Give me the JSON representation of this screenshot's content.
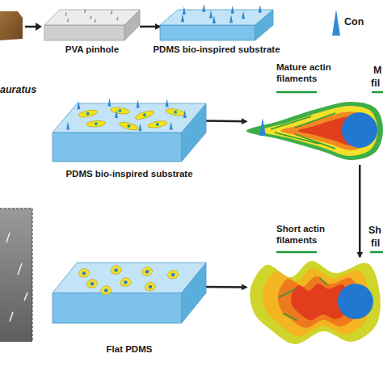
{
  "diagram": {
    "nodes": [
      {
        "text": [
          "PVA pinhole"
        ]
      },
      {
        "text": [
          "PDMS bio-inspired substrate"
        ]
      },
      {
        "text": [
          "PDMS bio-inspired substrate"
        ]
      },
      {
        "text": [
          "Mature actin filaments"
        ]
      },
      {
        "text": [
          "Flat PDMS"
        ]
      },
      {
        "text": [
          "Short actin filaments"
        ]
      }
    ],
    "edges": [
      {
        "from": 0,
        "to": 1,
        "arrow": "to"
      },
      {
        "from": 2,
        "to": 3,
        "arrow": "to"
      },
      {
        "from": 4,
        "to": 5,
        "arrow": "to"
      },
      {
        "from": 3,
        "to": 5,
        "arrow": "to"
      }
    ],
    "labels": [
      "Con",
      "auratus",
      "M",
      "fil",
      "Sh",
      "fil"
    ]
  }
}
